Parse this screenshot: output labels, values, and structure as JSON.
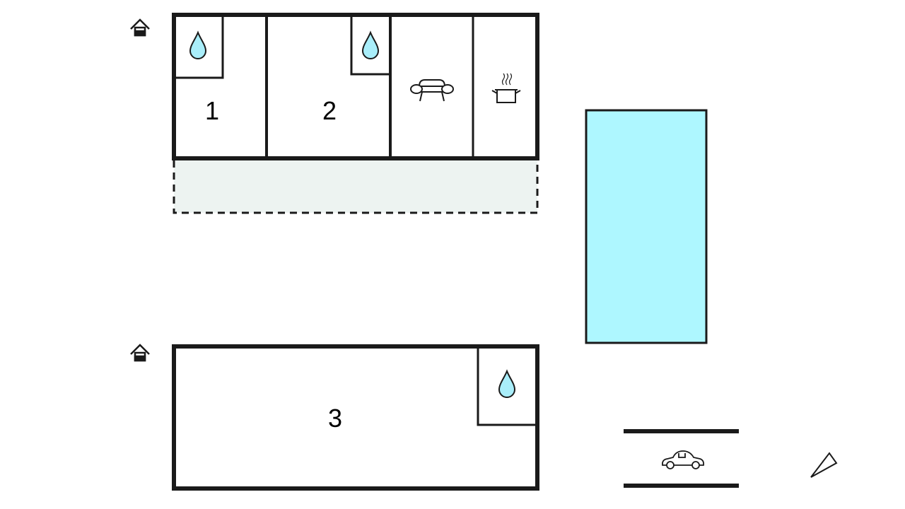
{
  "floorplan": {
    "rooms": [
      {
        "label": "1",
        "type": "bedroom"
      },
      {
        "label": "2",
        "type": "bedroom"
      },
      {
        "label": "3",
        "type": "bedroom"
      }
    ],
    "icons": {
      "house": "house-icon",
      "water": "water-drop-icon",
      "sofa": "sofa-icon",
      "kitchen": "cooking-pot-icon",
      "car": "car-icon",
      "north": "north-arrow-icon"
    },
    "colors": {
      "wall": "#1a1a1a",
      "pool": "#aef7ff",
      "terrace": "#edf3f1",
      "water_icon": "#a9eefa",
      "background": "#ffffff"
    },
    "features": [
      "terrace",
      "pool",
      "parking"
    ]
  }
}
